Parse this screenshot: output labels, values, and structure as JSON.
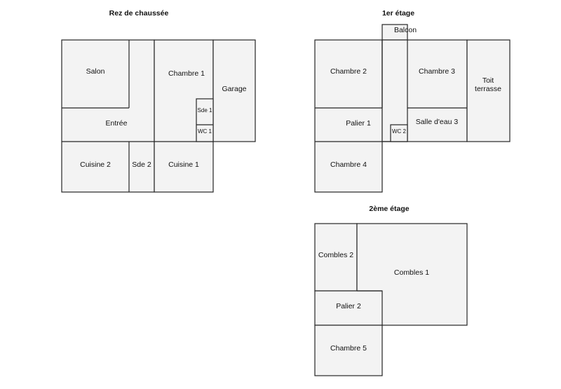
{
  "floors": [
    {
      "title": "Rez de chaussée",
      "rooms": {
        "salon": "Salon",
        "chambre1": "Chambre 1",
        "garage": "Garage",
        "entree": "Entrée",
        "sde1": "Sde 1",
        "wc1": "WC 1",
        "cuisine2": "Cuisine 2",
        "sde2": "Sde 2",
        "cuisine1": "Cuisine 1"
      }
    },
    {
      "title": "1er étage",
      "rooms": {
        "balcon": "Balcon",
        "chambre2": "Chambre 2",
        "chambre3": "Chambre 3",
        "toit_terrasse_1": "Toit",
        "toit_terrasse_2": "terrasse",
        "palier1": "Palier 1",
        "wc2": "WC 2",
        "salle_eau3": "Salle d'eau 3",
        "chambre4": "Chambre 4"
      }
    },
    {
      "title": "2ème étage",
      "rooms": {
        "combles2": "Combles 2",
        "combles1": "Combles 1",
        "palier2": "Palier 2",
        "chambre5": "Chambre 5"
      }
    }
  ]
}
